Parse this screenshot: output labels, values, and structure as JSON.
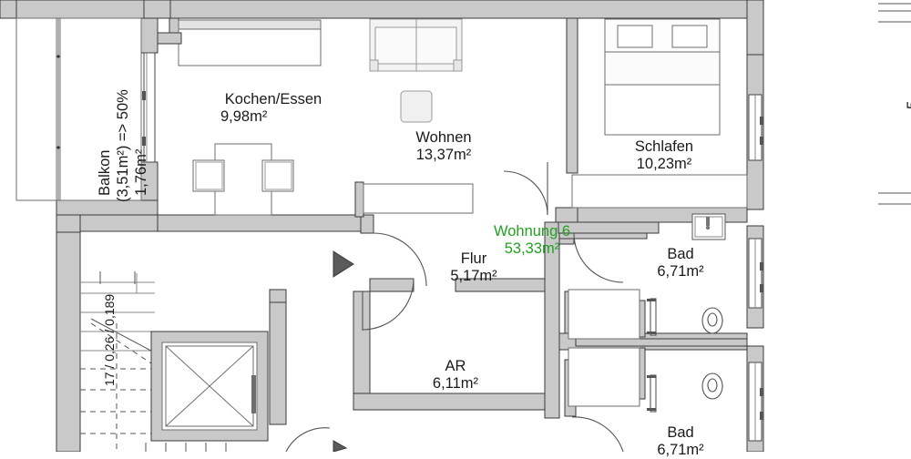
{
  "plan": {
    "unit_label": {
      "name": "Wohnung 6",
      "area": "53,33m²",
      "color": "#22a022"
    },
    "rooms": [
      {
        "id": "kochen-essen",
        "name": "Kochen/Essen",
        "area": "9,98m²"
      },
      {
        "id": "wohnen",
        "name": "Wohnen",
        "area": "13,37m²"
      },
      {
        "id": "schlafen",
        "name": "Schlafen",
        "area": "10,23m²"
      },
      {
        "id": "flur",
        "name": "Flur",
        "area": "5,17m²"
      },
      {
        "id": "ar",
        "name": "AR",
        "area": "6,11m²"
      },
      {
        "id": "bad-oben",
        "name": "Bad",
        "area": "6,71m²"
      },
      {
        "id": "bad-unten",
        "name": "Bad",
        "area": "6,71m²"
      }
    ],
    "balcony": {
      "name": "Balkon",
      "gross": "(3,51m²) => 50%",
      "area": "1,76m²"
    },
    "stair_note": "17 / 0,26 / 0,189",
    "colors": {
      "wall_fill": "#c9c9c9",
      "wall_stroke": "#3a3a3a",
      "furniture_stroke": "#6e6e6e",
      "furniture_fill": "#f2f2f2",
      "arrow_fill": "#5a5a5a",
      "text": "#1a1a1a"
    },
    "icons": {
      "direction_marker": "triangle-right-icon",
      "elevator": "elevator-shaft-icon",
      "toilet": "toilet-icon",
      "sink": "sink-icon",
      "bed": "bed-icon",
      "sofa": "sofa-icon",
      "table": "dining-table-icon"
    }
  }
}
